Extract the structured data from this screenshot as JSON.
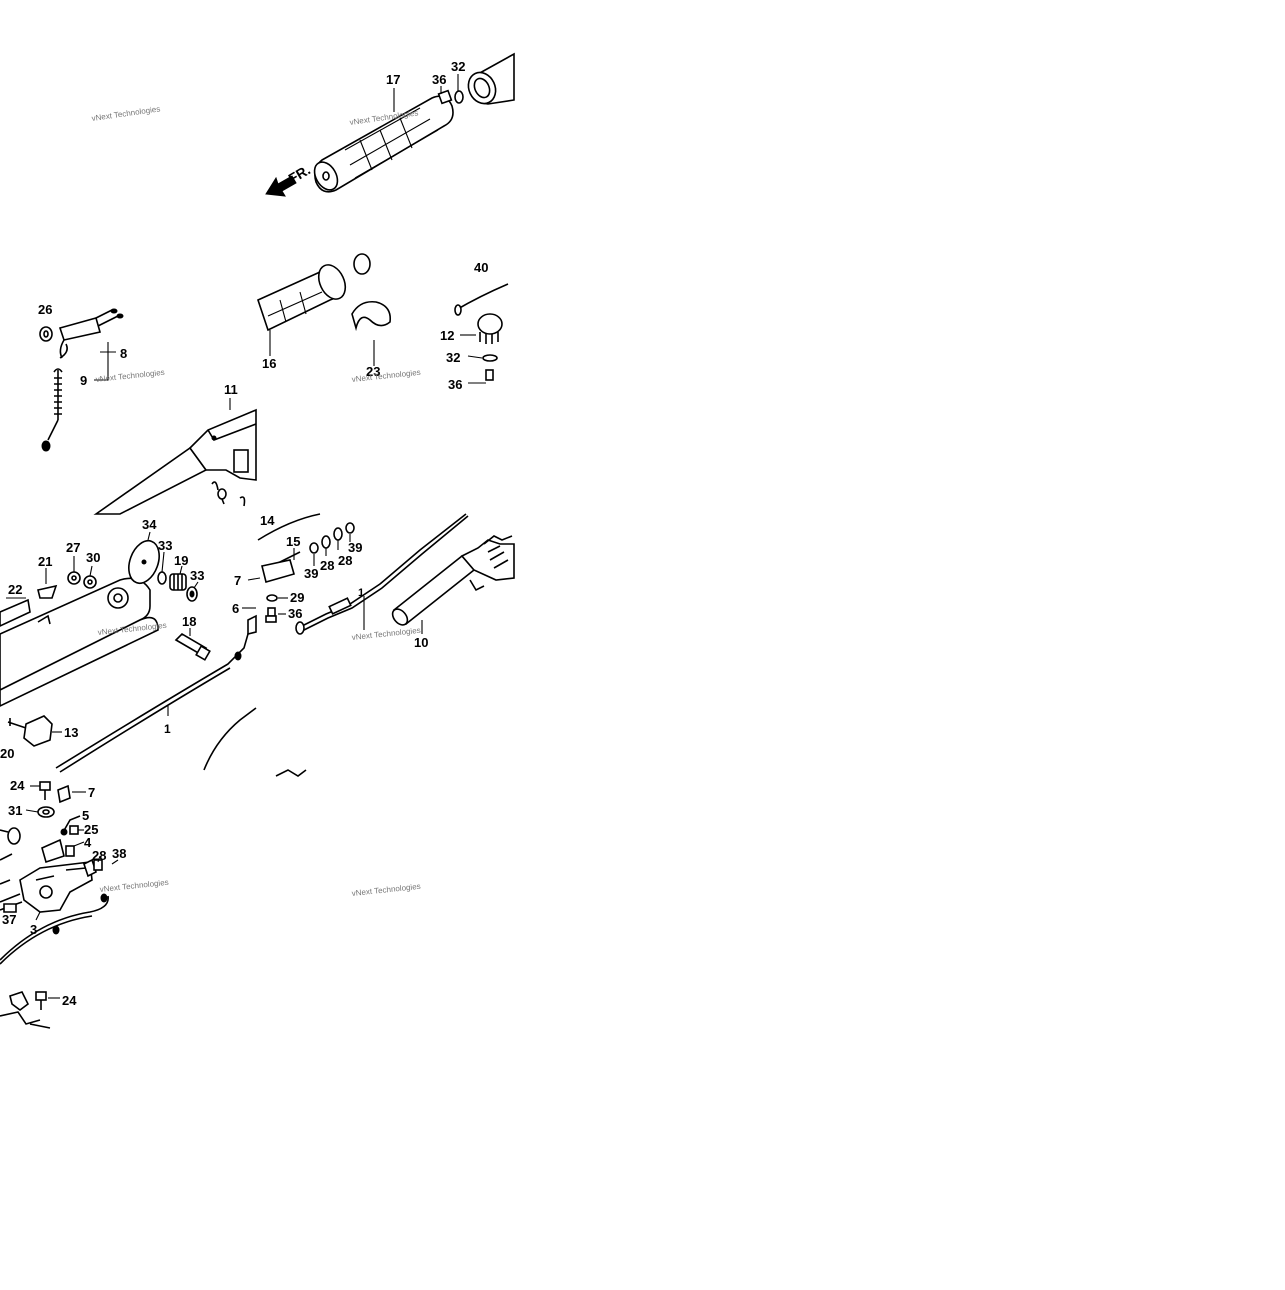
{
  "watermark": "vNext Technologies",
  "direction_marker": "FR.",
  "part_labels": {
    "p17": "17",
    "p36a": "36",
    "p32a": "32",
    "p26": "26",
    "p8": "8",
    "p9": "9",
    "p11": "11",
    "p16": "16",
    "p23": "23",
    "p40": "40",
    "p12": "12",
    "p32b": "32",
    "p36b": "36",
    "p34": "34",
    "p33a": "33",
    "p19": "19",
    "p33b": "33",
    "p21": "21",
    "p27": "27",
    "p30": "30",
    "p22": "22",
    "p18": "18",
    "p13": "13",
    "p20": "20",
    "p1a": "1",
    "p14": "14",
    "p15": "15",
    "p39a": "39",
    "p28a": "28",
    "p39b": "39",
    "p7a": "7",
    "p6": "6",
    "p29": "29",
    "p36c": "36",
    "p1b": "1",
    "p10": "10",
    "p24a": "24",
    "p7b": "7",
    "p31": "31",
    "p5": "5",
    "p25": "25",
    "p4": "4",
    "p28b": "28",
    "p38": "38",
    "p37": "37",
    "p3": "3",
    "p24b": "24"
  }
}
